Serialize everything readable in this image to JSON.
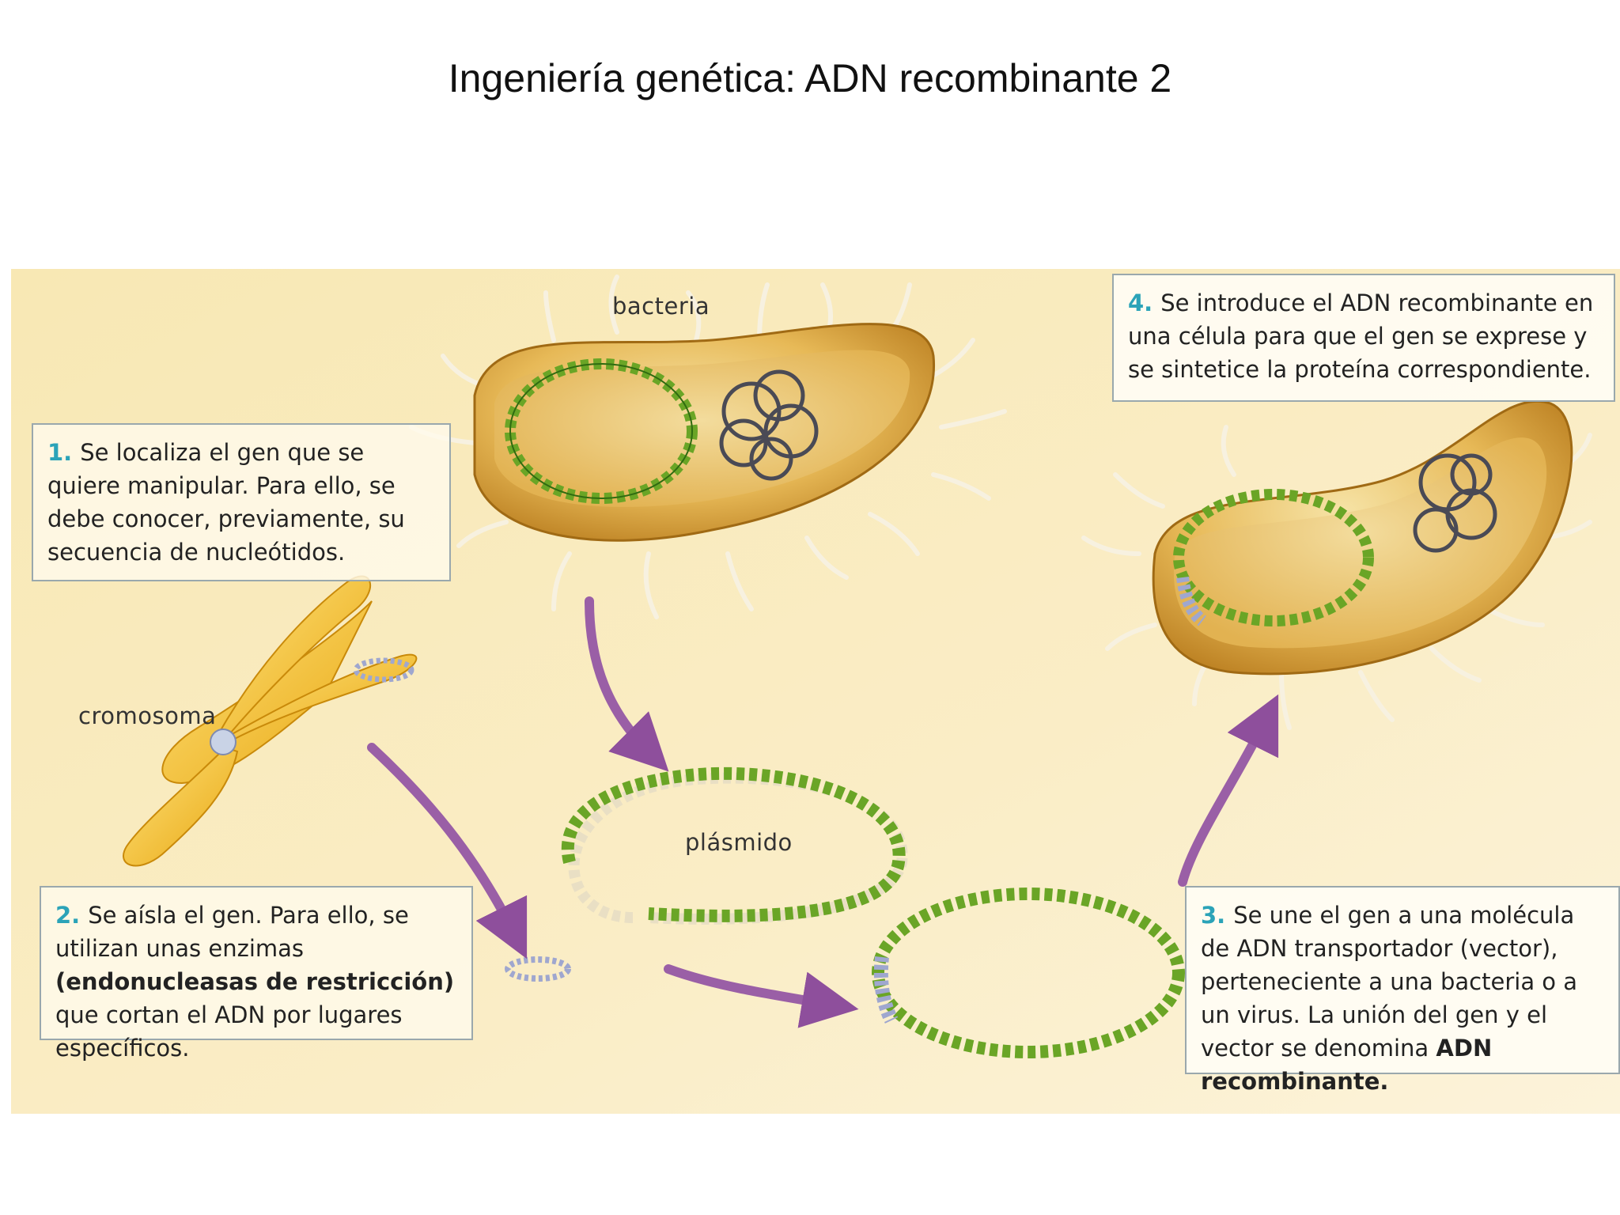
{
  "title": "Ingeniería genética: ADN recombinante 2",
  "labels": {
    "bacteria": "bacteria",
    "cromosoma": "cromosoma",
    "plasmido": "plásmido"
  },
  "steps": [
    {
      "number": "1.",
      "text": "Se localiza el gen que se quiere manipular. Para ello, se debe conocer, previamente, su secuencia de nucleótidos."
    },
    {
      "number": "2.",
      "text_before": "Se aísla el gen. Para ello, se utilizan unas enzimas ",
      "text_bold": "(endonucleasas de restricción)",
      "text_after": " que cortan el ADN por lugares específicos."
    },
    {
      "number": "3.",
      "text_before": "Se une el gen a una molécula de ADN transportador (vector), perteneciente a una bacteria o a un virus. La unión del gen y el vector se denomina ",
      "text_bold": "ADN recombinante."
    },
    {
      "number": "4.",
      "text": "Se introduce el ADN recombinante en una célula para que el gen se exprese y se sintetice la proteína correspondiente."
    }
  ],
  "colors": {
    "panel_background": "#f7e8b8",
    "bacteria_body": "#dca435",
    "dna_green": "#6aa526",
    "gene_blue": "#9fa7cf",
    "arrow_purple": "#9a5fa6",
    "step_number": "#2ba3b8"
  }
}
